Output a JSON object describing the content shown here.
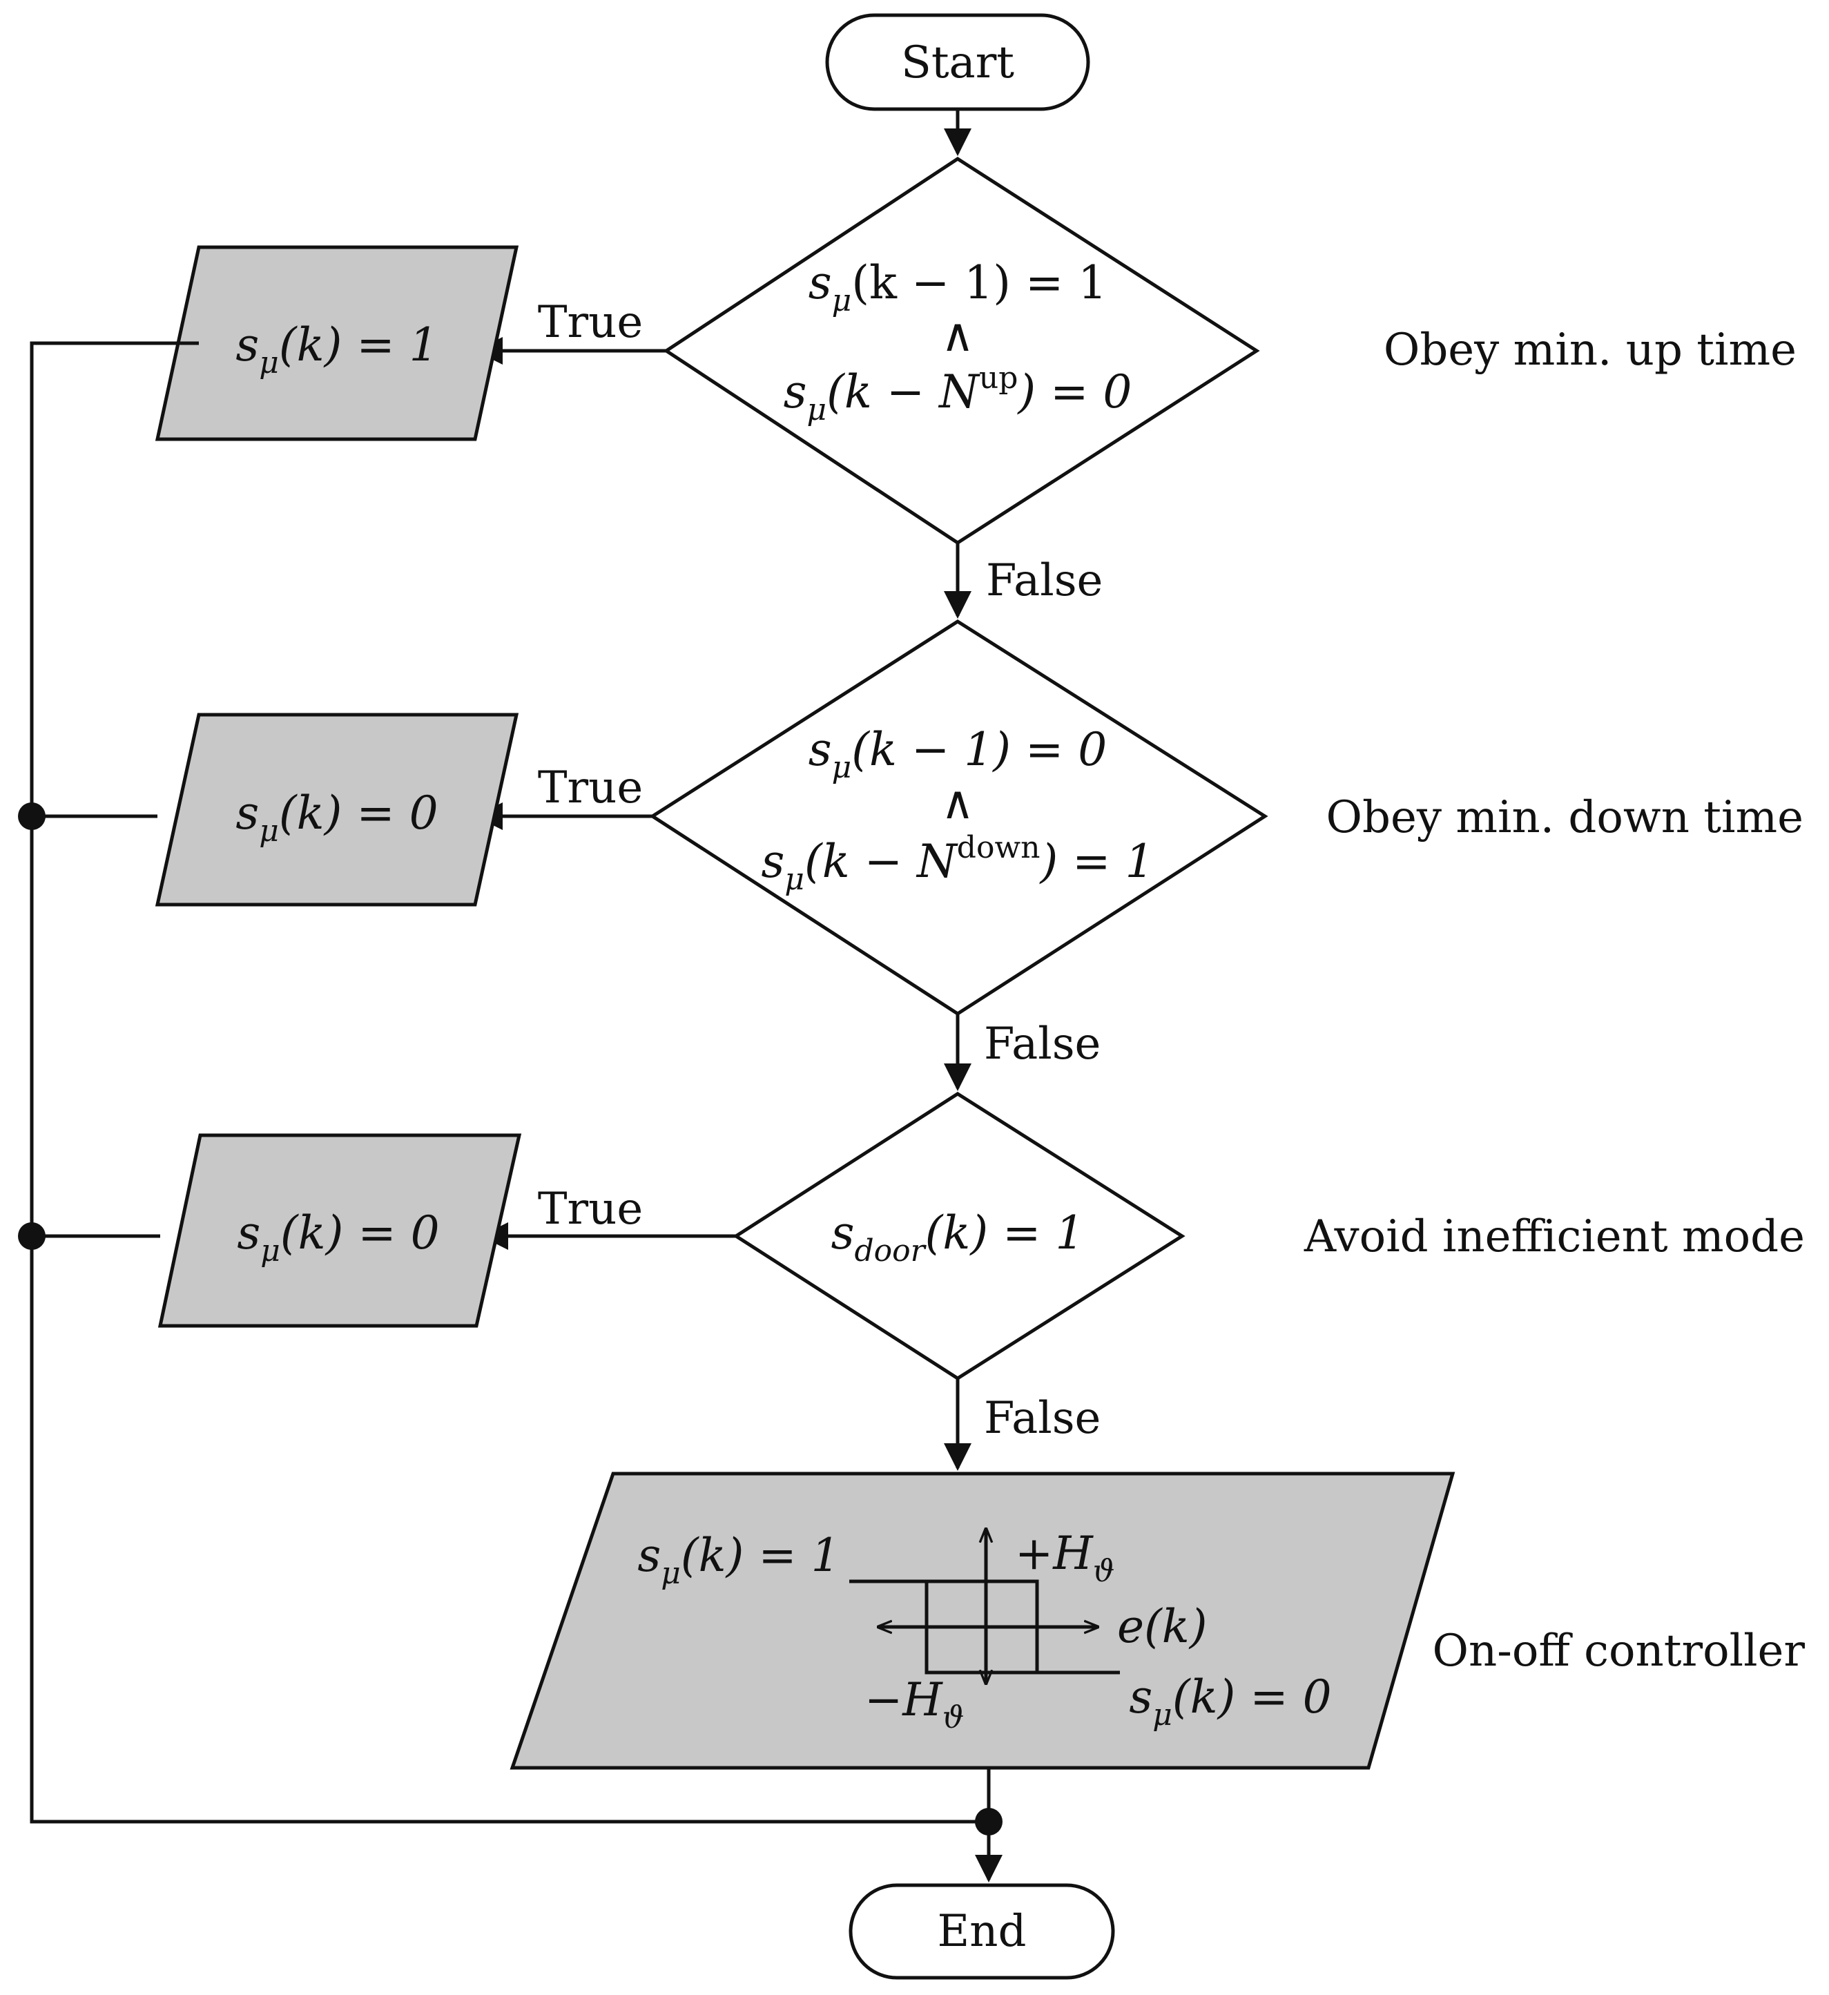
{
  "start": "Start",
  "end": "End",
  "labels": {
    "true": "True",
    "false": "False"
  },
  "decisions": [
    {
      "line1": "s",
      "line1_sub": "μ",
      "line1_rest": "(k − 1) = 1",
      "and": "∧",
      "line2": "s",
      "line2_sub": "μ",
      "line2_mid": "(k − N",
      "line2_sup": "up",
      "line2_rest": ") = 0",
      "annotation": "Obey min. up time"
    },
    {
      "line1": "s",
      "line1_sub": "μ",
      "line1_rest": "(k − 1) = 0",
      "and": "∧",
      "line2": "s",
      "line2_sub": "μ",
      "line2_mid": "(k − N",
      "line2_sup": "down",
      "line2_rest": ") = 1",
      "annotation": "Obey min. down time"
    },
    {
      "line1": "s",
      "line1_sub": "door",
      "line1_rest": "(k) = 1",
      "annotation": "Avoid inefficient mode"
    }
  ],
  "outputs": [
    {
      "s": "s",
      "sub": "μ",
      "rest": "(k) = 1"
    },
    {
      "s": "s",
      "sub": "μ",
      "rest": "(k) = 0"
    },
    {
      "s": "s",
      "sub": "μ",
      "rest": "(k) = 0"
    }
  ],
  "controller": {
    "annotation": "On-off controller",
    "on_s": "s",
    "on_sub": "μ",
    "on_rest": "(k) = 1",
    "off_s": "s",
    "off_sub": "μ",
    "off_rest": "(k) = 0",
    "plus_h": "+H",
    "minus_h": "−H",
    "h_sub": "ϑ",
    "error": "e(k)"
  },
  "colors": {
    "fill_gray": "#c8c8c8",
    "line": "#111111",
    "background": "#ffffff"
  }
}
